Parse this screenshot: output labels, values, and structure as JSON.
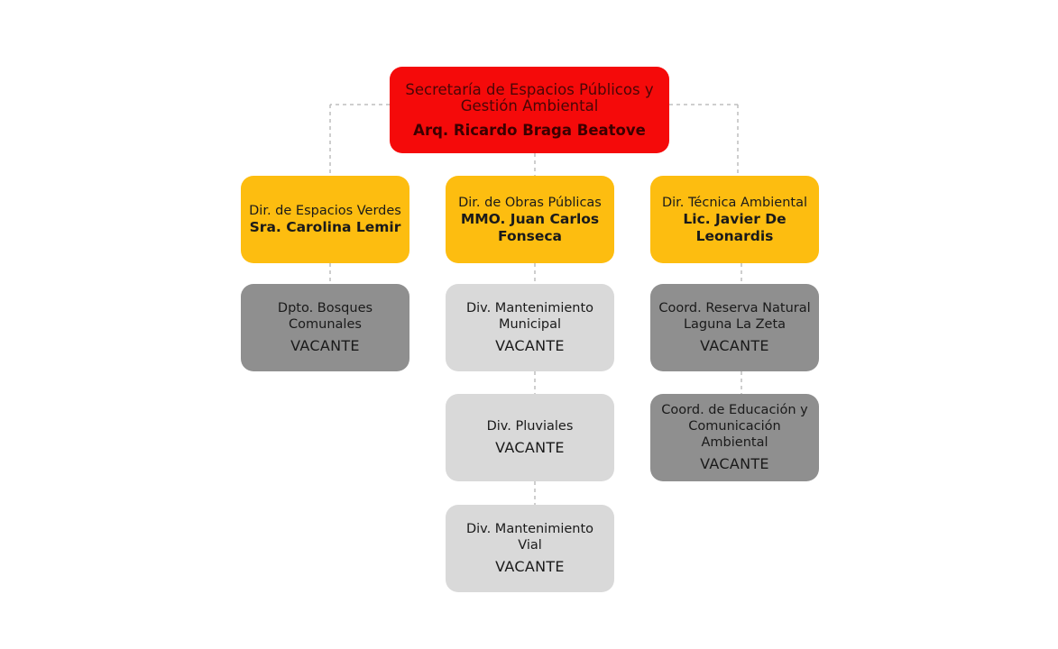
{
  "colors": {
    "top": "#f50a0a",
    "director": "#fdbd10",
    "department_dark": "#8f8f8f",
    "department_light": "#d9d9d9",
    "connector": "#bdbdbd"
  },
  "root": {
    "title": "Secretaría de Espacios Públicos y Gestión Ambiental",
    "name": "Arq. Ricardo Braga Beatove"
  },
  "directorates": [
    {
      "title": "Dir. de Espacios Verdes",
      "name": "Sra. Carolina Lemir",
      "units": [
        {
          "title": "Dpto. Bosques Comunales",
          "status": "VACANTE"
        }
      ]
    },
    {
      "title": "Dir. de Obras Públicas",
      "name": "MMO. Juan Carlos Fonseca",
      "units": [
        {
          "title": "Div. Mantenimiento Municipal",
          "status": "VACANTE"
        },
        {
          "title": "Div. Pluviales",
          "status": "VACANTE"
        },
        {
          "title": "Div. Mantenimiento Vial",
          "status": "VACANTE"
        }
      ]
    },
    {
      "title": "Dir. Técnica Ambiental",
      "name": "Lic. Javier De Leonardis",
      "units": [
        {
          "title": "Coord. Reserva Natural Laguna La Zeta",
          "status": "VACANTE"
        },
        {
          "title": "Coord. de Educación y Comunicación Ambiental",
          "status": "VACANTE"
        }
      ]
    }
  ]
}
